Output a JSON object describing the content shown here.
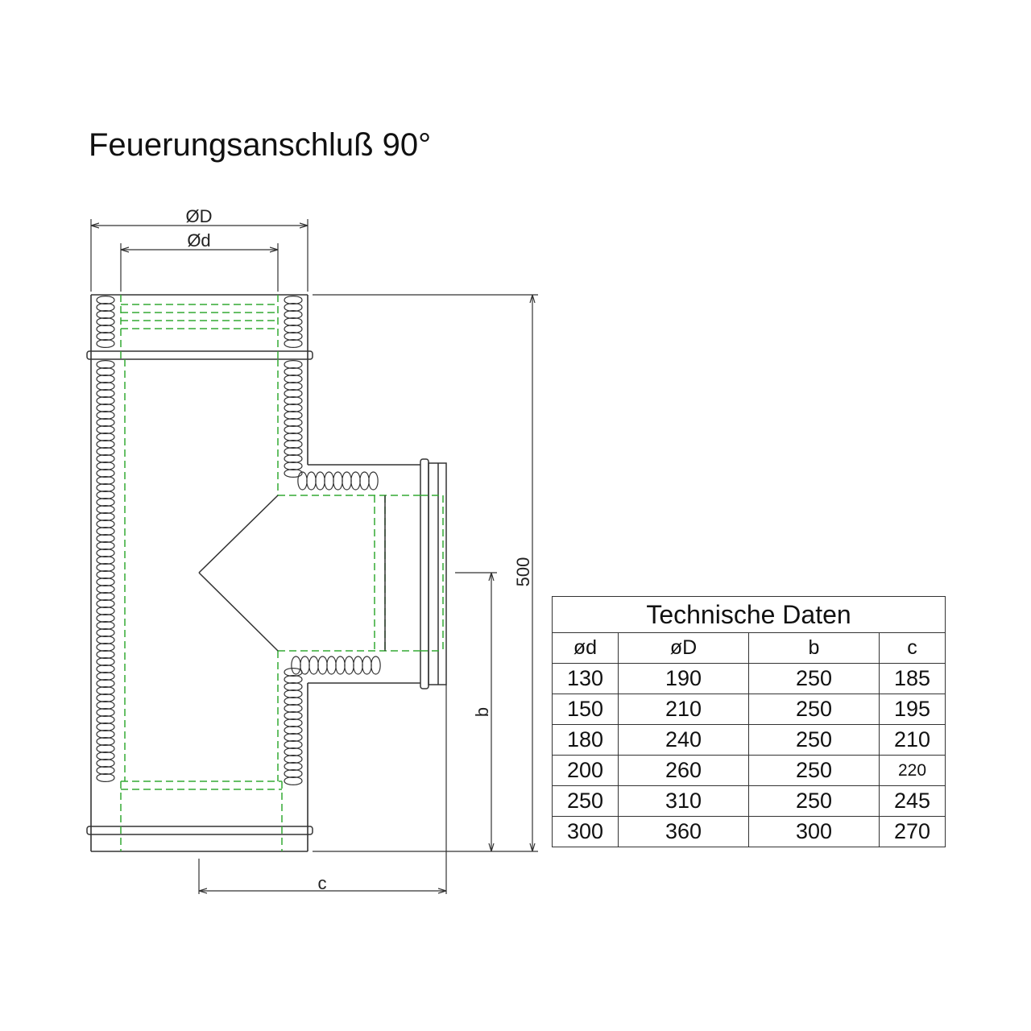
{
  "title": "Feuerungsanschluß 90°",
  "dimensions": {
    "outer_diameter": "ØD",
    "inner_diameter": "Ød",
    "height": "500",
    "b": "b",
    "c": "c"
  },
  "colors": {
    "line": "#333333",
    "inner_pipe": "#33aa33"
  },
  "table": {
    "caption": "Technische Daten",
    "headers": [
      "ød",
      "øD",
      "b",
      "c"
    ],
    "rows": [
      [
        "130",
        "190",
        "250",
        "185"
      ],
      [
        "150",
        "210",
        "250",
        "195"
      ],
      [
        "180",
        "240",
        "250",
        "210"
      ],
      [
        "200",
        "260",
        "250",
        "220"
      ],
      [
        "250",
        "310",
        "250",
        "245"
      ],
      [
        "300",
        "360",
        "300",
        "270"
      ]
    ]
  }
}
